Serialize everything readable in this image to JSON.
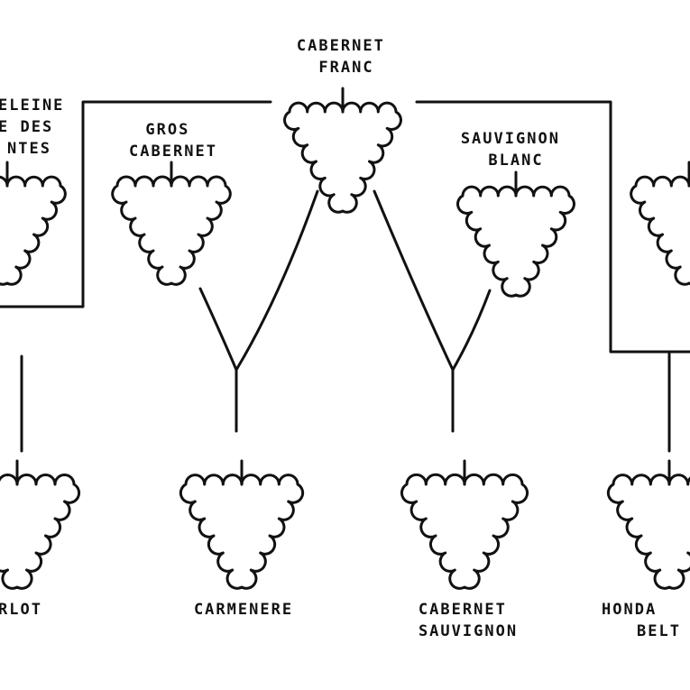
{
  "varieties": {
    "cabernet_franc": [
      "CABERNET",
      "FRANC"
    ],
    "madeleine": [
      "ELEINE",
      "E DES",
      "NTES"
    ],
    "gros_cabernet": [
      "GROS",
      "CABERNET"
    ],
    "sauvignon_blanc": [
      "SAUVIGNON",
      "BLANC"
    ],
    "merlot": [
      "RLOT"
    ],
    "carmenere": [
      "CARMENERE"
    ],
    "cabernet_sauvignon": [
      "CABERNET",
      "SAUVIGNON"
    ],
    "hondarrabi": [
      "HONDA",
      "BELT"
    ]
  },
  "colors": {
    "ink": "#111111",
    "background": "#ffffff"
  }
}
